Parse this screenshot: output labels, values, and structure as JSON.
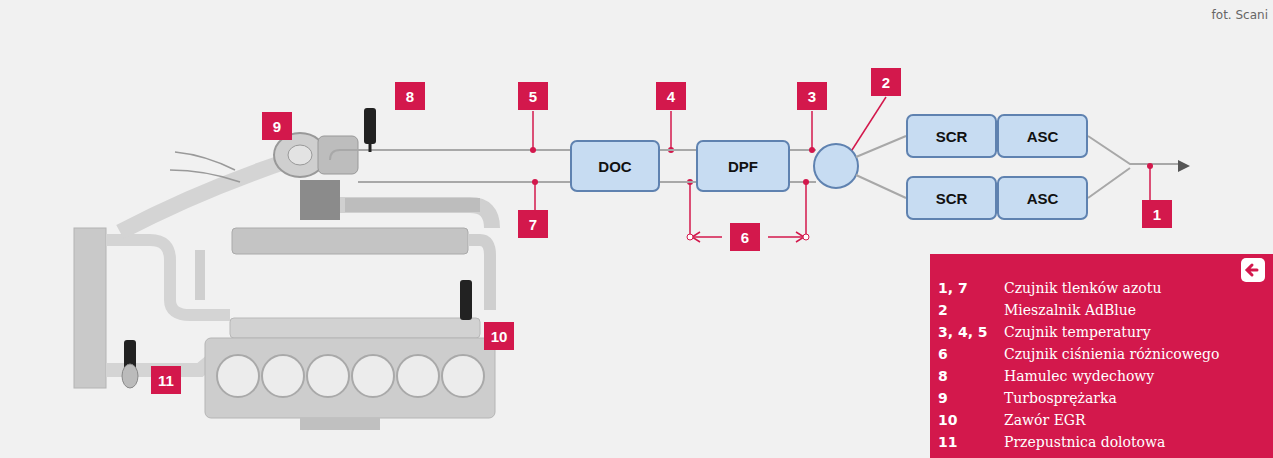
{
  "diagram": {
    "nodes": [
      {
        "text": [
          "DOC"
        ]
      },
      {
        "text": [
          "DPF"
        ]
      },
      {
        "text": [
          "SCR"
        ]
      },
      {
        "text": [
          "ASC"
        ]
      },
      {
        "text": [
          "SCR"
        ]
      },
      {
        "text": [
          "ASC"
        ]
      }
    ],
    "edges": [
      {
        "from": 0,
        "to": 1,
        "arrow": "none"
      },
      {
        "from": 2,
        "to": 3,
        "arrow": "none"
      },
      {
        "from": 4,
        "to": 5,
        "arrow": "none"
      }
    ],
    "labels": [
      "fot. Scani",
      "9",
      "8",
      "5",
      "4",
      "3",
      "2",
      "7",
      "6",
      "10",
      "11",
      "1",
      "1, 7",
      "Czujnik tlenków azotu",
      "2",
      "Mieszalnik AdBlue",
      "3, 4, 5",
      "Czujnik temperatury",
      "6",
      "Czujnik ciśnienia różnicowego",
      "8",
      "Hamulec wydechowy",
      "9",
      "Turbosprężarka",
      "10",
      "Zawór EGR",
      "11",
      "Przepustnica dolotowa"
    ]
  }
}
